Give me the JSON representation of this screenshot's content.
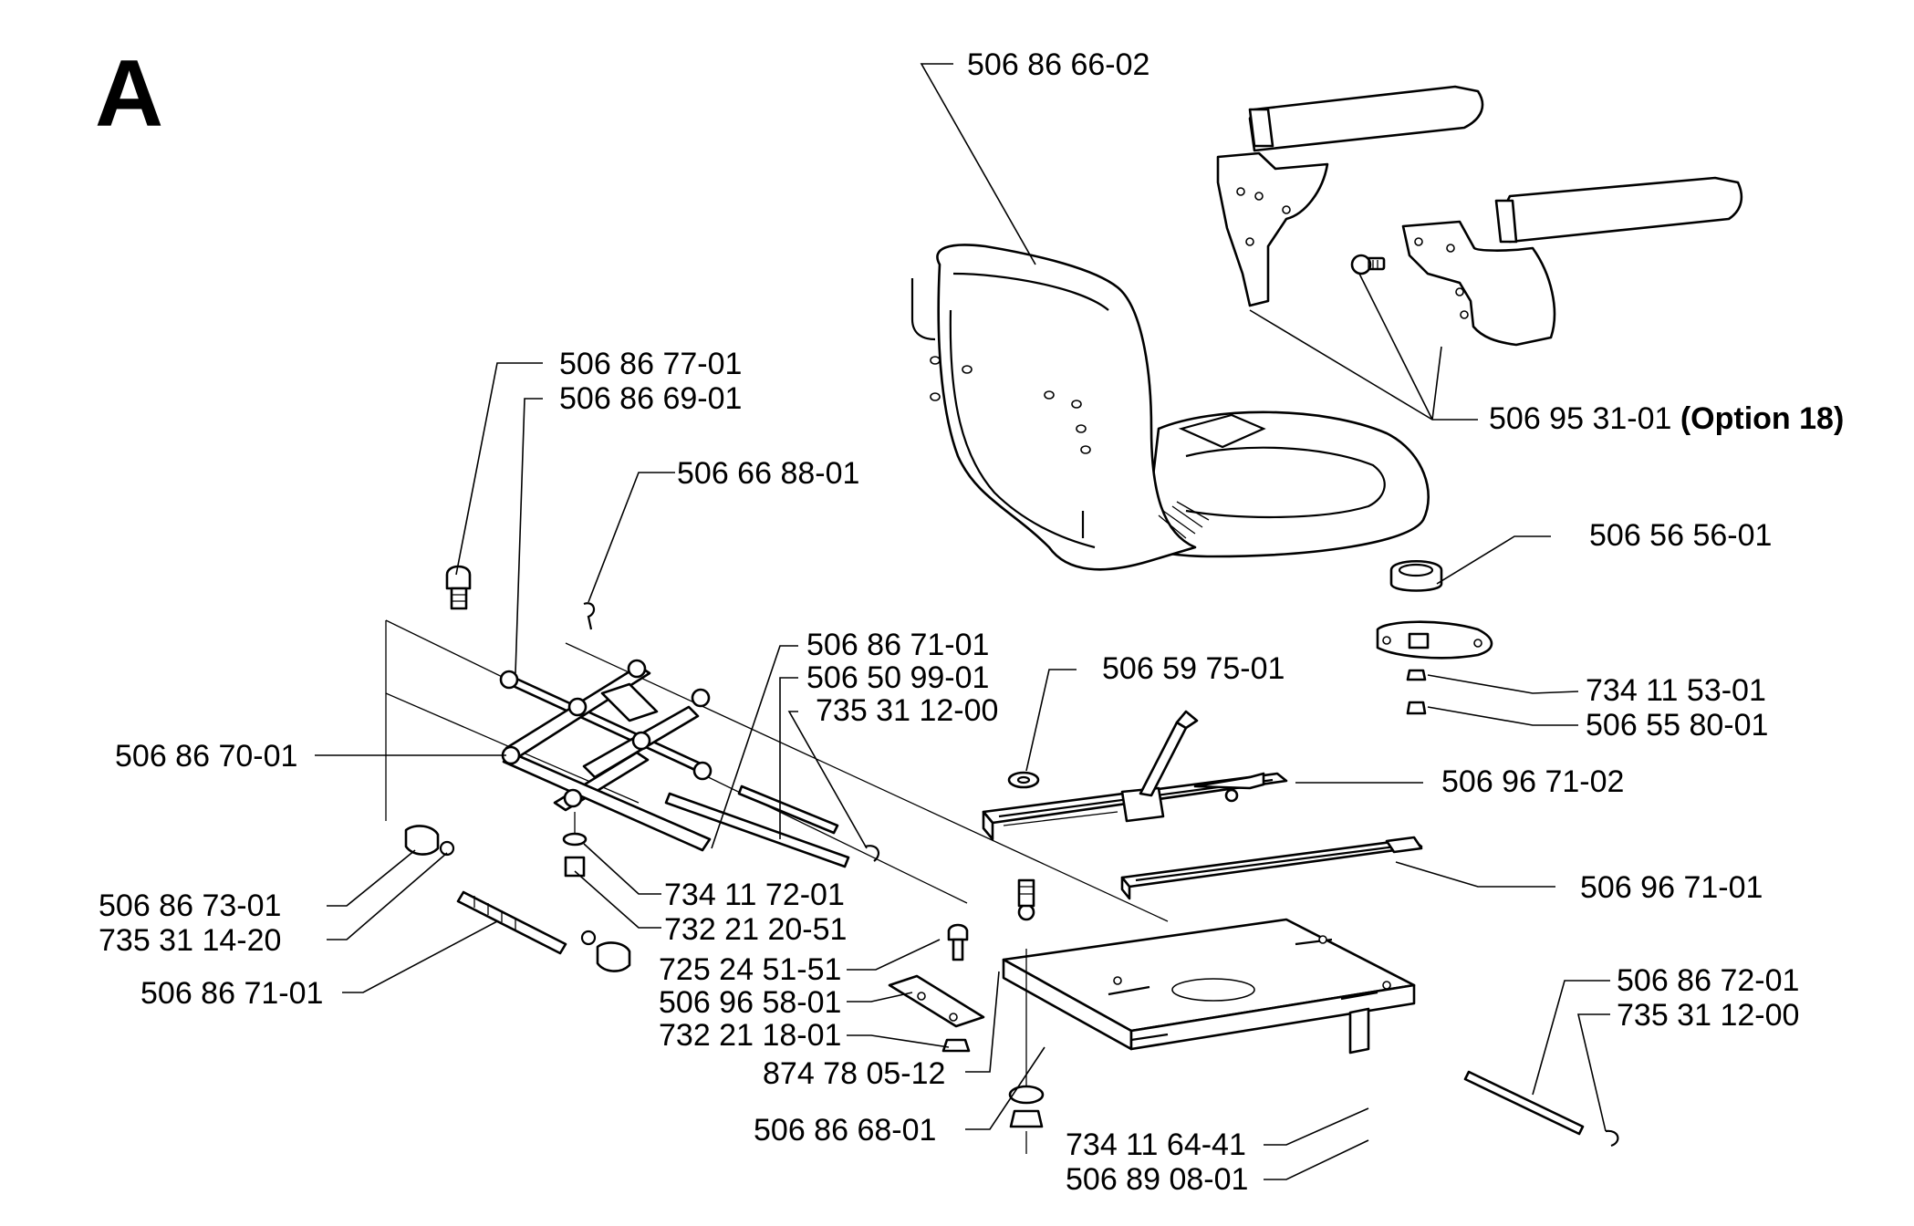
{
  "diagram": {
    "section_label": "A",
    "parts": [
      {
        "id": "backrest",
        "number": "506 86 66-02"
      },
      {
        "id": "armrest",
        "number": "506 95 31-01",
        "note": "(Option 18)"
      },
      {
        "id": "bumper-upper",
        "number": "506 86 77-01"
      },
      {
        "id": "link-arm",
        "number": "506 86 69-01"
      },
      {
        "id": "r-clip",
        "number": "506 66 88-01"
      },
      {
        "id": "damper-cap",
        "number": "506 56 56-01"
      },
      {
        "id": "lock-nut-small",
        "number": "734 11 53-01"
      },
      {
        "id": "screw-small",
        "number": "506 55 80-01"
      },
      {
        "id": "shaft-upper",
        "number": "506 86 71-01"
      },
      {
        "id": "shaft-mid",
        "number": "506 50 99-01"
      },
      {
        "id": "circlip-upper",
        "number": "735 31 12-00"
      },
      {
        "id": "washer-rubber",
        "number": "506 59 75-01"
      },
      {
        "id": "scissor-frame",
        "number": "506 86 70-01"
      },
      {
        "id": "slide-rail-lever",
        "number": "506 96 71-02"
      },
      {
        "id": "slide-rail",
        "number": "506 96 71-01"
      },
      {
        "id": "roller",
        "number": "506 86 73-01"
      },
      {
        "id": "circlip-roller",
        "number": "735 31 14-20"
      },
      {
        "id": "washer-a",
        "number": "734 11 72-01"
      },
      {
        "id": "nut-a",
        "number": "732 21 20-51"
      },
      {
        "id": "bolt",
        "number": "725 24 51-51"
      },
      {
        "id": "bracket",
        "number": "506 96 58-01"
      },
      {
        "id": "nut-b",
        "number": "732 21 18-01"
      },
      {
        "id": "shaft-lower",
        "number": "506 86 71-01"
      },
      {
        "id": "screw-long",
        "number": "874 78 05-12"
      },
      {
        "id": "base-plate",
        "number": "506 86 68-01"
      },
      {
        "id": "shaft-right",
        "number": "506 86 72-01"
      },
      {
        "id": "circlip-right",
        "number": "735 31 12-00"
      },
      {
        "id": "washer-b",
        "number": "734 11 64-41"
      },
      {
        "id": "nut-c",
        "number": "506 89 08-01"
      }
    ]
  }
}
